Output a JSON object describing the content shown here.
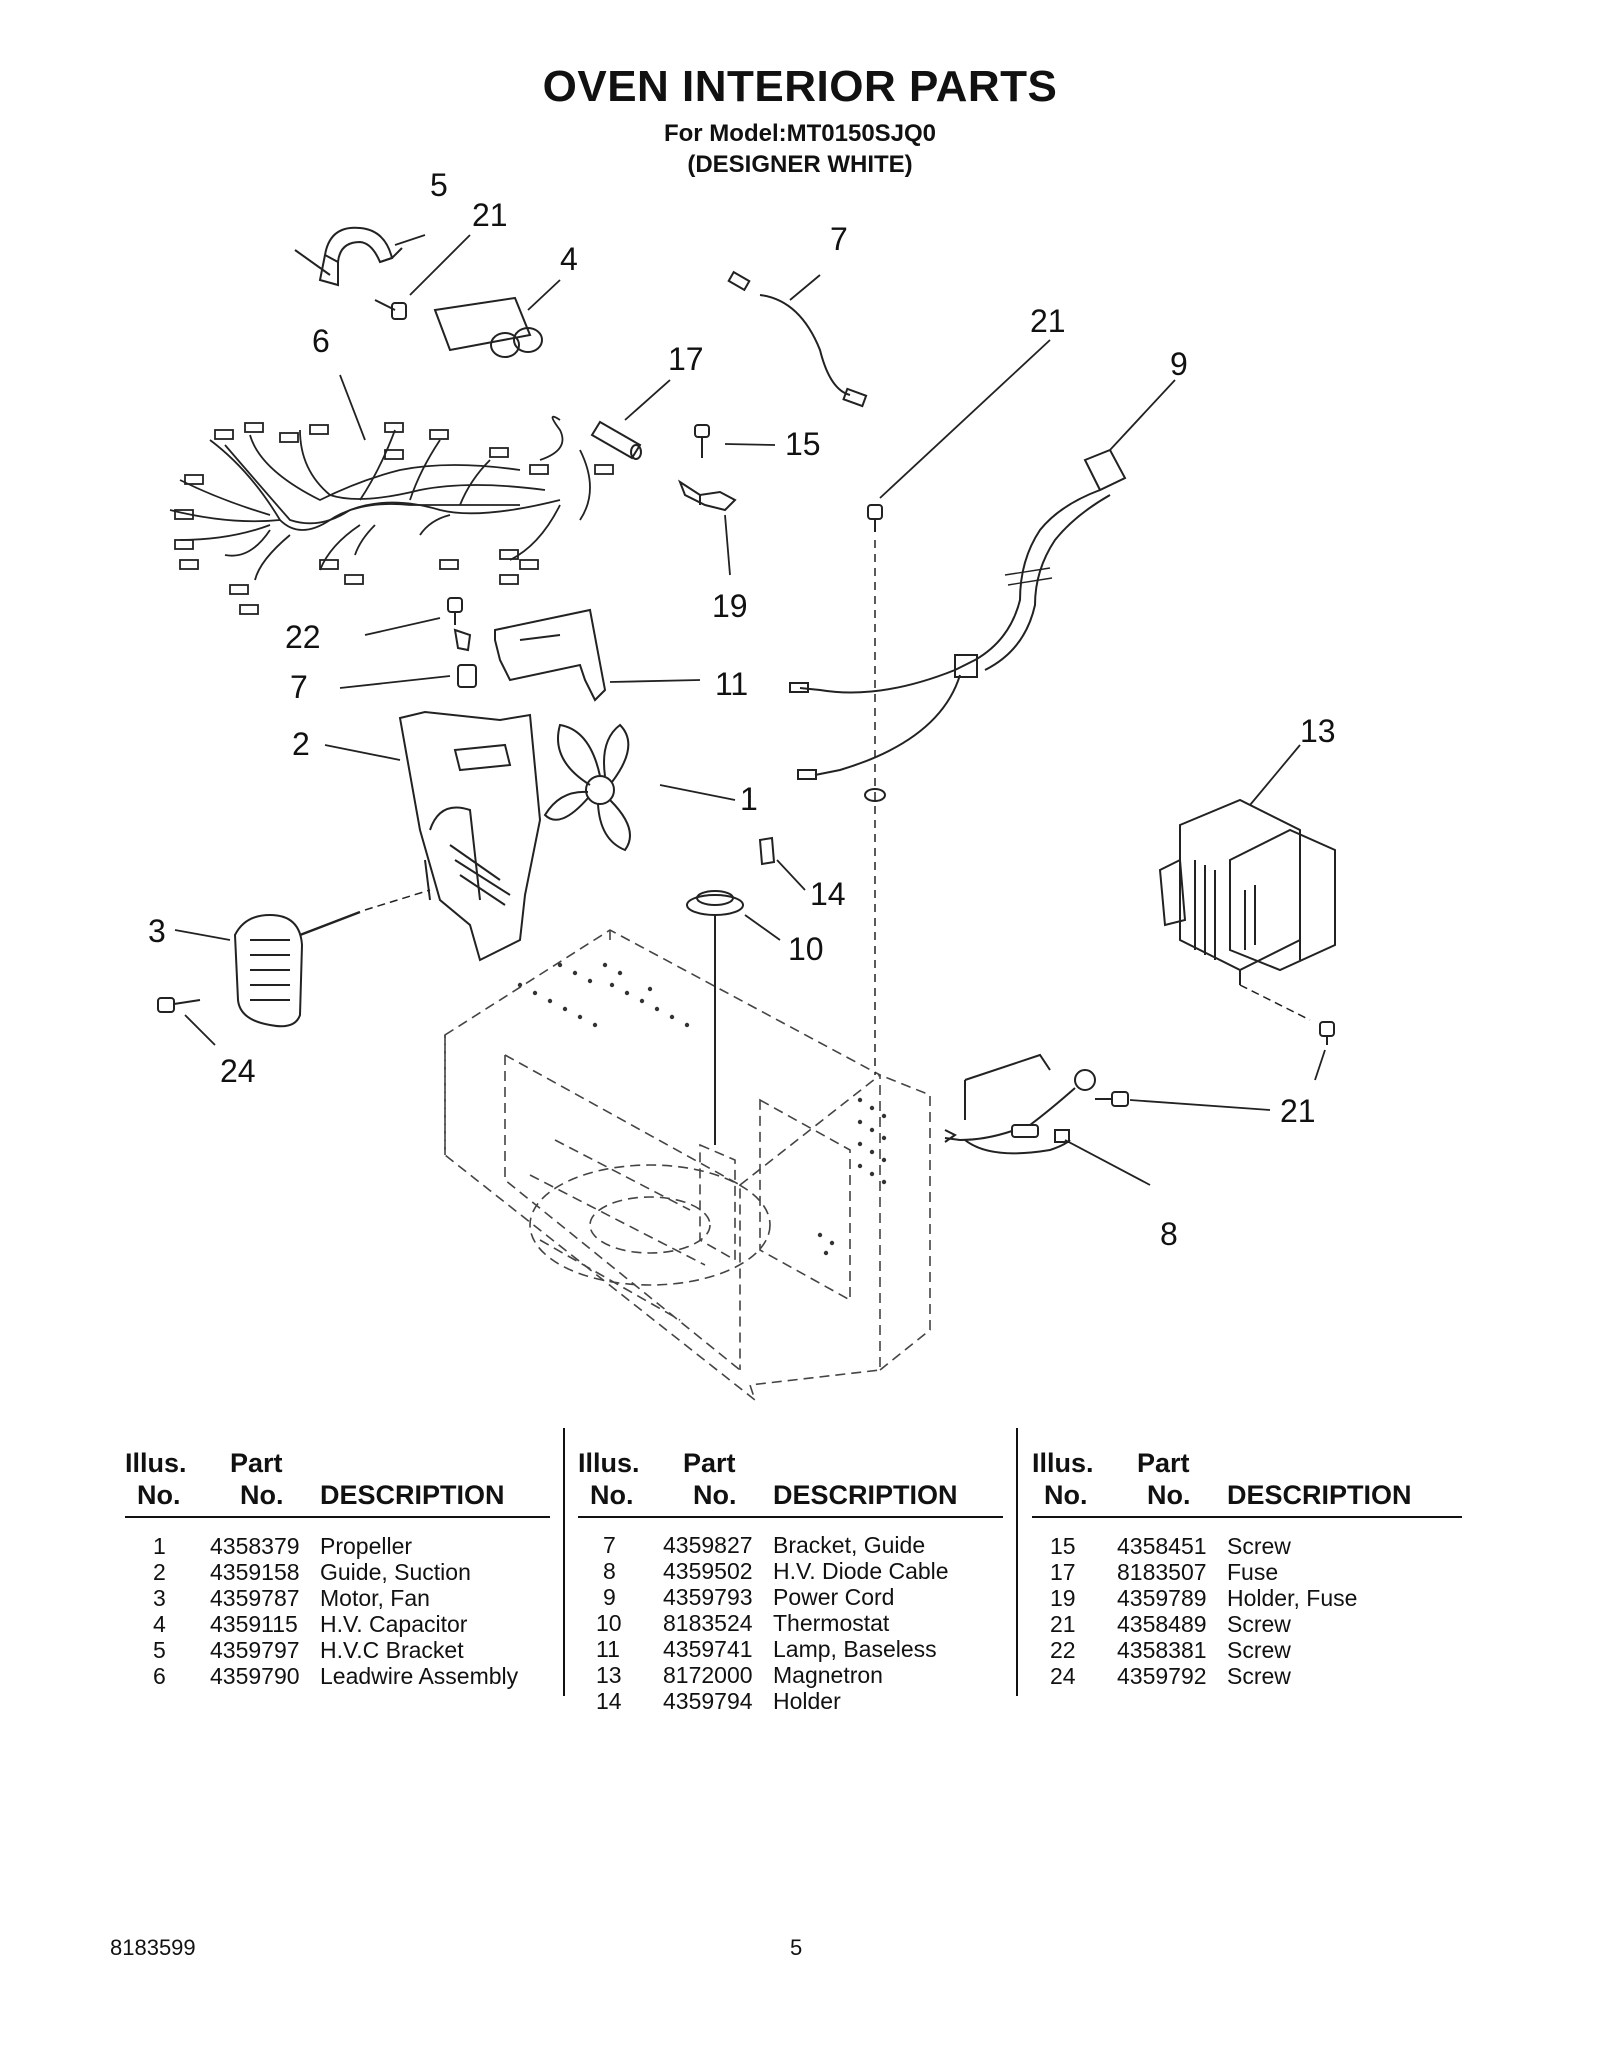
{
  "header": {
    "title": "OVEN INTERIOR PARTS",
    "model_line": "For Model:MT0150SJQ0",
    "color_line": "(DESIGNER WHITE)"
  },
  "diagram": {
    "callouts": [
      "5",
      "21",
      "4",
      "7",
      "6",
      "17",
      "21",
      "9",
      "15",
      "19",
      "22",
      "7",
      "11",
      "2",
      "13",
      "1",
      "14",
      "3",
      "10",
      "24",
      "21",
      "8"
    ]
  },
  "table": {
    "headers": {
      "illus_top": "Illus.",
      "illus_bottom": "No.",
      "part_top": "Part",
      "part_bottom": "No.",
      "description": "DESCRIPTION"
    },
    "columns": [
      [
        {
          "illus": "1",
          "part": "4358379",
          "desc": "Propeller"
        },
        {
          "illus": "2",
          "part": "4359158",
          "desc": "Guide, Suction"
        },
        {
          "illus": "3",
          "part": "4359787",
          "desc": "Motor, Fan"
        },
        {
          "illus": "4",
          "part": "4359115",
          "desc": "H.V. Capacitor"
        },
        {
          "illus": "5",
          "part": "4359797",
          "desc": "H.V.C Bracket"
        },
        {
          "illus": "6",
          "part": "4359790",
          "desc": "Leadwire Assembly"
        }
      ],
      [
        {
          "illus": "7",
          "part": "4359827",
          "desc": "Bracket, Guide"
        },
        {
          "illus": "8",
          "part": "4359502",
          "desc": "H.V. Diode Cable"
        },
        {
          "illus": "9",
          "part": "4359793",
          "desc": "Power Cord"
        },
        {
          "illus": "10",
          "part": "8183524",
          "desc": "Thermostat"
        },
        {
          "illus": "11",
          "part": "4359741",
          "desc": "Lamp, Baseless"
        },
        {
          "illus": "13",
          "part": "8172000",
          "desc": "Magnetron"
        },
        {
          "illus": "14",
          "part": "4359794",
          "desc": "Holder"
        }
      ],
      [
        {
          "illus": "15",
          "part": "4358451",
          "desc": "Screw"
        },
        {
          "illus": "17",
          "part": "8183507",
          "desc": "Fuse"
        },
        {
          "illus": "19",
          "part": "4359789",
          "desc": "Holder, Fuse"
        },
        {
          "illus": "21",
          "part": "4358489",
          "desc": "Screw"
        },
        {
          "illus": "22",
          "part": "4358381",
          "desc": "Screw"
        },
        {
          "illus": "24",
          "part": "4359792",
          "desc": "Screw"
        }
      ]
    ]
  },
  "footer": {
    "doc_number": "8183599",
    "page_number": "5"
  }
}
